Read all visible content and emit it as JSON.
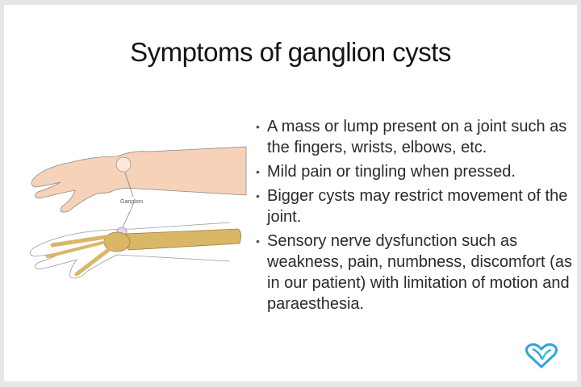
{
  "slide": {
    "title": "Symptoms of ganglion cysts",
    "illustration": {
      "label": "Ganglion",
      "description": "Hand and wrist illustration showing ganglion cyst on skin and over bones"
    },
    "bullets": [
      {
        "marker": "•",
        "text": "A mass or lump present on a joint such as the fingers, wrists, elbows, etc."
      },
      {
        "marker": "•",
        "text": "Mild pain or tingling when pressed."
      },
      {
        "marker": "•",
        "text": "Bigger cysts may restrict movement of the joint."
      },
      {
        "marker": "•",
        "text": "Sensory nerve dysfunction such as weakness, pain, numbness, discomfort (as in our patient) with limitation of motion and paraesthesia."
      }
    ],
    "logo": {
      "icon": "heart-logo-icon",
      "color": "#2fa6d8"
    }
  },
  "colors": {
    "background": "#e6e6e6",
    "card": "#ffffff",
    "title": "#141414",
    "text": "#2a2a2a",
    "skin": "#f6d2b8",
    "bone": "#d9b766"
  }
}
